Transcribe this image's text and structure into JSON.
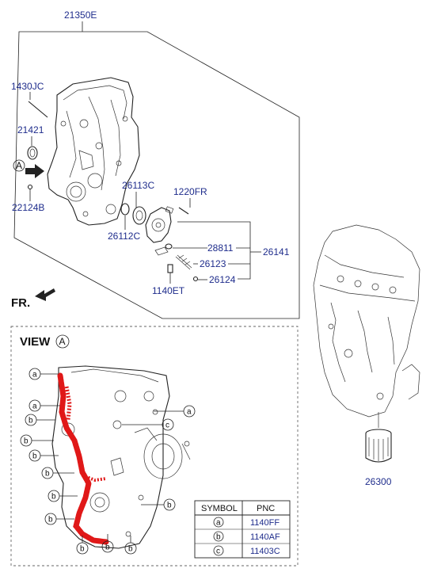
{
  "parts": {
    "p21350E": "21350E",
    "p1430JC": "1430JC",
    "p21421": "21421",
    "p22124B": "22124B",
    "p26113C": "26113C",
    "p1220FR": "1220FR",
    "p26112C": "26112C",
    "p28811": "28811",
    "p26123": "26123",
    "p26124": "26124",
    "p26141": "26141",
    "p1140ET": "1140ET",
    "p26300": "26300"
  },
  "markers": {
    "view_ref": "A",
    "front": "FR."
  },
  "view": {
    "title": "VIEW",
    "ref": "A"
  },
  "callouts": {
    "a": "a",
    "b": "b",
    "c": "c"
  },
  "legend": {
    "col_symbol": "SYMBOL",
    "col_pnc": "PNC",
    "rows": [
      {
        "symbol": "a",
        "pnc": "1140FF"
      },
      {
        "symbol": "b",
        "pnc": "1140AF"
      },
      {
        "symbol": "c",
        "pnc": "11403C"
      }
    ]
  },
  "colors": {
    "pnc_text": "#1f2d8c",
    "sealant": "#e01818",
    "line": "#222222"
  }
}
